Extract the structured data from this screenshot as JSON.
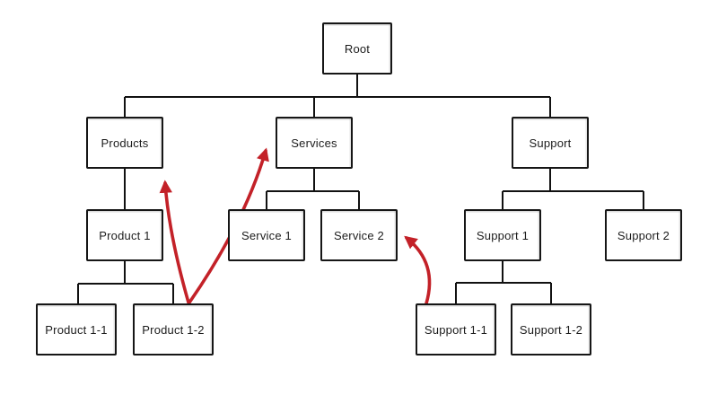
{
  "diagram": {
    "kind": "tree-diagram",
    "nodes": {
      "root": "Root",
      "products": "Products",
      "services": "Services",
      "support": "Support",
      "product_1": "Product 1",
      "service_1": "Service 1",
      "service_2": "Service 2",
      "support_1": "Support 1",
      "support_2": "Support 2",
      "product_1_1": "Product 1-1",
      "product_1_2": "Product 1-2",
      "support_1_1": "Support 1-1",
      "support_1_2": "Support 1-2"
    },
    "edges": [
      [
        "Root",
        "Products"
      ],
      [
        "Root",
        "Services"
      ],
      [
        "Root",
        "Support"
      ],
      [
        "Products",
        "Product 1"
      ],
      [
        "Product 1",
        "Product 1-1"
      ],
      [
        "Product 1",
        "Product 1-2"
      ],
      [
        "Services",
        "Service 1"
      ],
      [
        "Services",
        "Service 2"
      ],
      [
        "Support",
        "Support 1"
      ],
      [
        "Support",
        "Support 2"
      ],
      [
        "Support 1",
        "Support 1-1"
      ],
      [
        "Support 1",
        "Support 1-2"
      ]
    ],
    "red_arrows": [
      {
        "from": "Product 1-2",
        "to": "Products"
      },
      {
        "from": "Product 1-2",
        "to": "Services"
      },
      {
        "from": "Support 1-1",
        "to": "Service 2"
      }
    ]
  },
  "colors": {
    "background": "#ffffff",
    "box_border": "#161616",
    "connector": "#111111",
    "arrow": "#c32128",
    "text": "#1c1c1c"
  }
}
